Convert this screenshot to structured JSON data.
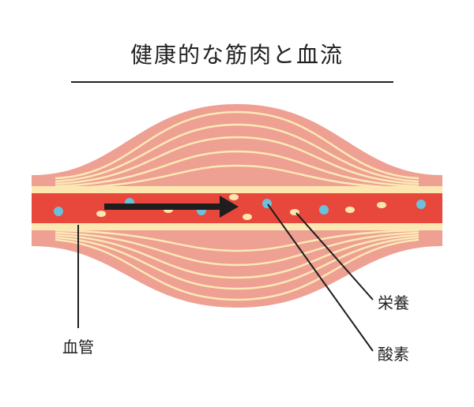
{
  "title": "健康的な筋肉と血流",
  "labels": {
    "blood_vessel": "血管",
    "nutrient": "栄養",
    "oxygen": "酸素"
  },
  "colors": {
    "muscle_fill": "#EEA092",
    "muscle_fiber": "#FBE9B6",
    "vessel_wall": "#FCE7B3",
    "blood": "#E8473C",
    "oxygen_particle": "#6BC0DB",
    "nutrient_particle": "#FBE6B0",
    "arrow": "#1E1E1E",
    "text": "#222222"
  },
  "icons": {
    "flow": "flow-direction-arrow"
  }
}
